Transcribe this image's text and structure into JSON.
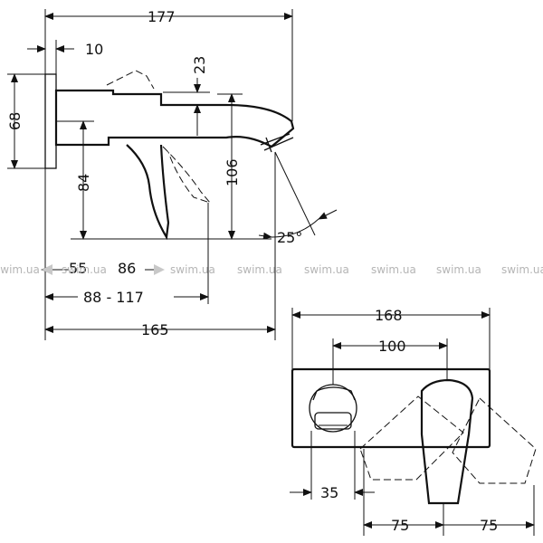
{
  "dimensions": {
    "side": {
      "total_depth": "177",
      "plate_thickness": "10",
      "handle_offset": "23",
      "plate_height": "68",
      "spout_height": "106",
      "handle_height": "84",
      "angle": "25°",
      "spout_reach_range": "88 - 117",
      "spout_reach": "165",
      "handle_clear_min": "55",
      "handle_clear_max": "86"
    },
    "front": {
      "plate_width": "168",
      "center_distance": "100",
      "outlet_offset": "35",
      "swing_left": "75",
      "swing_right": "75"
    }
  },
  "watermark": {
    "text": "swim.ua",
    "count": 8
  },
  "colors": {
    "line": "#111111",
    "watermark": "#b5b5b5",
    "background": "#ffffff"
  }
}
